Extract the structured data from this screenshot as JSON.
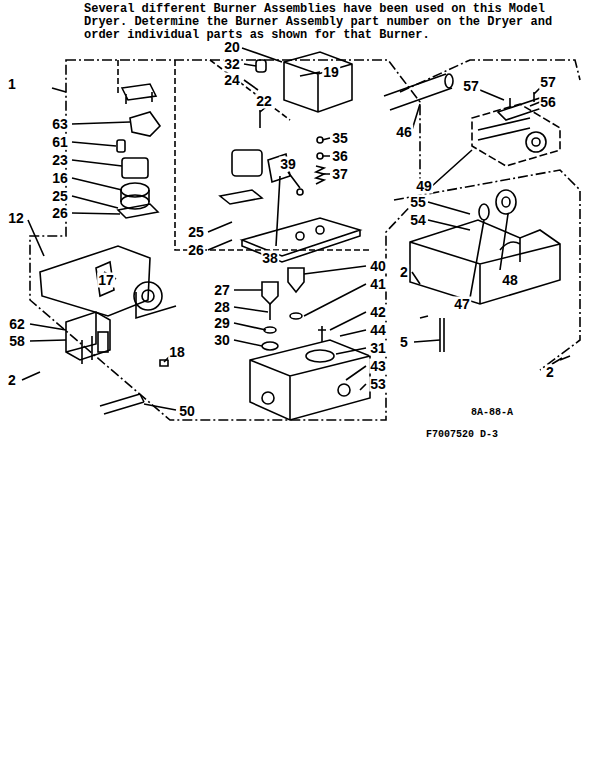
{
  "diagram": {
    "labels": [
      "Several different Burner Assemblies have been used on this Model Dryer. Determine the Burner Assembly part number on the Dryer and order individual parts as shown for that Burner.",
      "1",
      "20",
      "32",
      "19",
      "24",
      "22",
      "63",
      "61",
      "23",
      "16",
      "25",
      "26",
      "12",
      "17",
      "62",
      "58",
      "2",
      "18",
      "50",
      "35",
      "36",
      "39",
      "37",
      "25",
      "26",
      "38",
      "27",
      "28",
      "29",
      "30",
      "40",
      "41",
      "42",
      "44",
      "31",
      "43",
      "53",
      "57",
      "57",
      "56",
      "46",
      "49",
      "55",
      "54",
      "48",
      "47",
      "2",
      "5",
      "2",
      "8A-88-A",
      "F7007520 D-3"
    ]
  }
}
